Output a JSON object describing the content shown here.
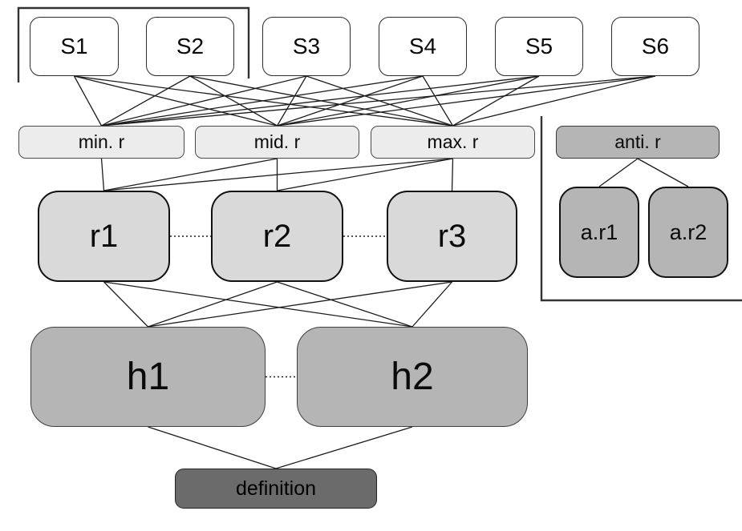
{
  "title": "relation hierarchy diagram",
  "palette": {
    "node_white": "#ffffff",
    "node_light": "#ececec",
    "node_mid": "#d9d9d9",
    "node_gray": "#b5b5b5",
    "node_dark": "#6b6b6b",
    "edge_line": "#1c1c1c"
  },
  "nodes": {
    "s1": {
      "label": "S1"
    },
    "s2": {
      "label": "S2"
    },
    "s3": {
      "label": "S3"
    },
    "s4": {
      "label": "S4"
    },
    "s5": {
      "label": "S5"
    },
    "s6": {
      "label": "S6"
    },
    "min": {
      "label": "min. r"
    },
    "mid": {
      "label": "mid. r"
    },
    "max": {
      "label": "max. r"
    },
    "anti": {
      "label": "anti. r"
    },
    "r1": {
      "label": "r1"
    },
    "r2": {
      "label": "r2"
    },
    "r3": {
      "label": "r3"
    },
    "ar1": {
      "label": "a.r1"
    },
    "ar2": {
      "label": "a.r2"
    },
    "h1": {
      "label": "h1"
    },
    "h2": {
      "label": "h2"
    },
    "def": {
      "label": "definition"
    }
  },
  "edges": {
    "solid": [
      {
        "from": "s1",
        "to": "min"
      },
      {
        "from": "s1",
        "to": "mid"
      },
      {
        "from": "s1",
        "to": "max"
      },
      {
        "from": "s2",
        "to": "min"
      },
      {
        "from": "s2",
        "to": "mid"
      },
      {
        "from": "s2",
        "to": "max"
      },
      {
        "from": "s3",
        "to": "min"
      },
      {
        "from": "s3",
        "to": "mid"
      },
      {
        "from": "s3",
        "to": "max"
      },
      {
        "from": "s4",
        "to": "min"
      },
      {
        "from": "s4",
        "to": "mid"
      },
      {
        "from": "s4",
        "to": "max"
      },
      {
        "from": "s5",
        "to": "min"
      },
      {
        "from": "s5",
        "to": "mid"
      },
      {
        "from": "s5",
        "to": "max"
      },
      {
        "from": "s6",
        "to": "min"
      },
      {
        "from": "s6",
        "to": "mid"
      },
      {
        "from": "s6",
        "to": "max"
      },
      {
        "from": "min",
        "to": "r1"
      },
      {
        "from": "mid",
        "to": "r1"
      },
      {
        "from": "mid",
        "to": "r2"
      },
      {
        "from": "max",
        "to": "r1"
      },
      {
        "from": "max",
        "to": "r2"
      },
      {
        "from": "max",
        "to": "r3"
      },
      {
        "from": "anti",
        "to": "ar1"
      },
      {
        "from": "anti",
        "to": "ar2"
      },
      {
        "from": "r1",
        "to": "h1"
      },
      {
        "from": "r1",
        "to": "h2"
      },
      {
        "from": "r2",
        "to": "h1"
      },
      {
        "from": "r2",
        "to": "h2"
      },
      {
        "from": "r3",
        "to": "h1"
      },
      {
        "from": "r3",
        "to": "h2"
      },
      {
        "from": "h1",
        "to": "def"
      },
      {
        "from": "h2",
        "to": "def"
      }
    ],
    "dotted": [
      {
        "from": "r1",
        "to": "r2"
      },
      {
        "from": "r2",
        "to": "r3"
      },
      {
        "from": "h1",
        "to": "h2"
      }
    ]
  }
}
